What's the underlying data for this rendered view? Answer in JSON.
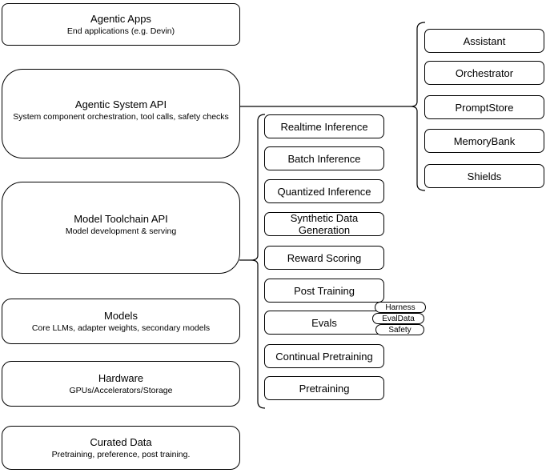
{
  "diagram": {
    "colors": {
      "background": "#ffffff",
      "node_fill": "#ffffff",
      "node_stroke": "#000000",
      "text": "#000000"
    },
    "left_stack": [
      {
        "title": "Agentic Apps",
        "subtitle": "End applications (e.g. Devin)"
      },
      {
        "title": "Agentic System API",
        "subtitle": "System component orchestration, tool calls, safety checks"
      },
      {
        "title": "Model Toolchain API",
        "subtitle": "Model development & serving"
      },
      {
        "title": "Models",
        "subtitle": "Core LLMs, adapter weights, secondary models"
      },
      {
        "title": "Hardware",
        "subtitle": "GPUs/Accelerators/Storage"
      },
      {
        "title": "Curated Data",
        "subtitle": "Pretraining, preference, post training."
      }
    ],
    "toolchain_items": [
      "Realtime Inference",
      "Batch Inference",
      "Quantized Inference",
      "Synthetic Data Generation",
      "Reward Scoring",
      "Post Training",
      "Evals",
      "Continual Pretraining",
      "Pretraining"
    ],
    "eval_tags": [
      "Harness",
      "EvalData",
      "Safety"
    ],
    "system_items": [
      "Assistant",
      "Orchestrator",
      "PromptStore",
      "MemoryBank",
      "Shields"
    ]
  }
}
